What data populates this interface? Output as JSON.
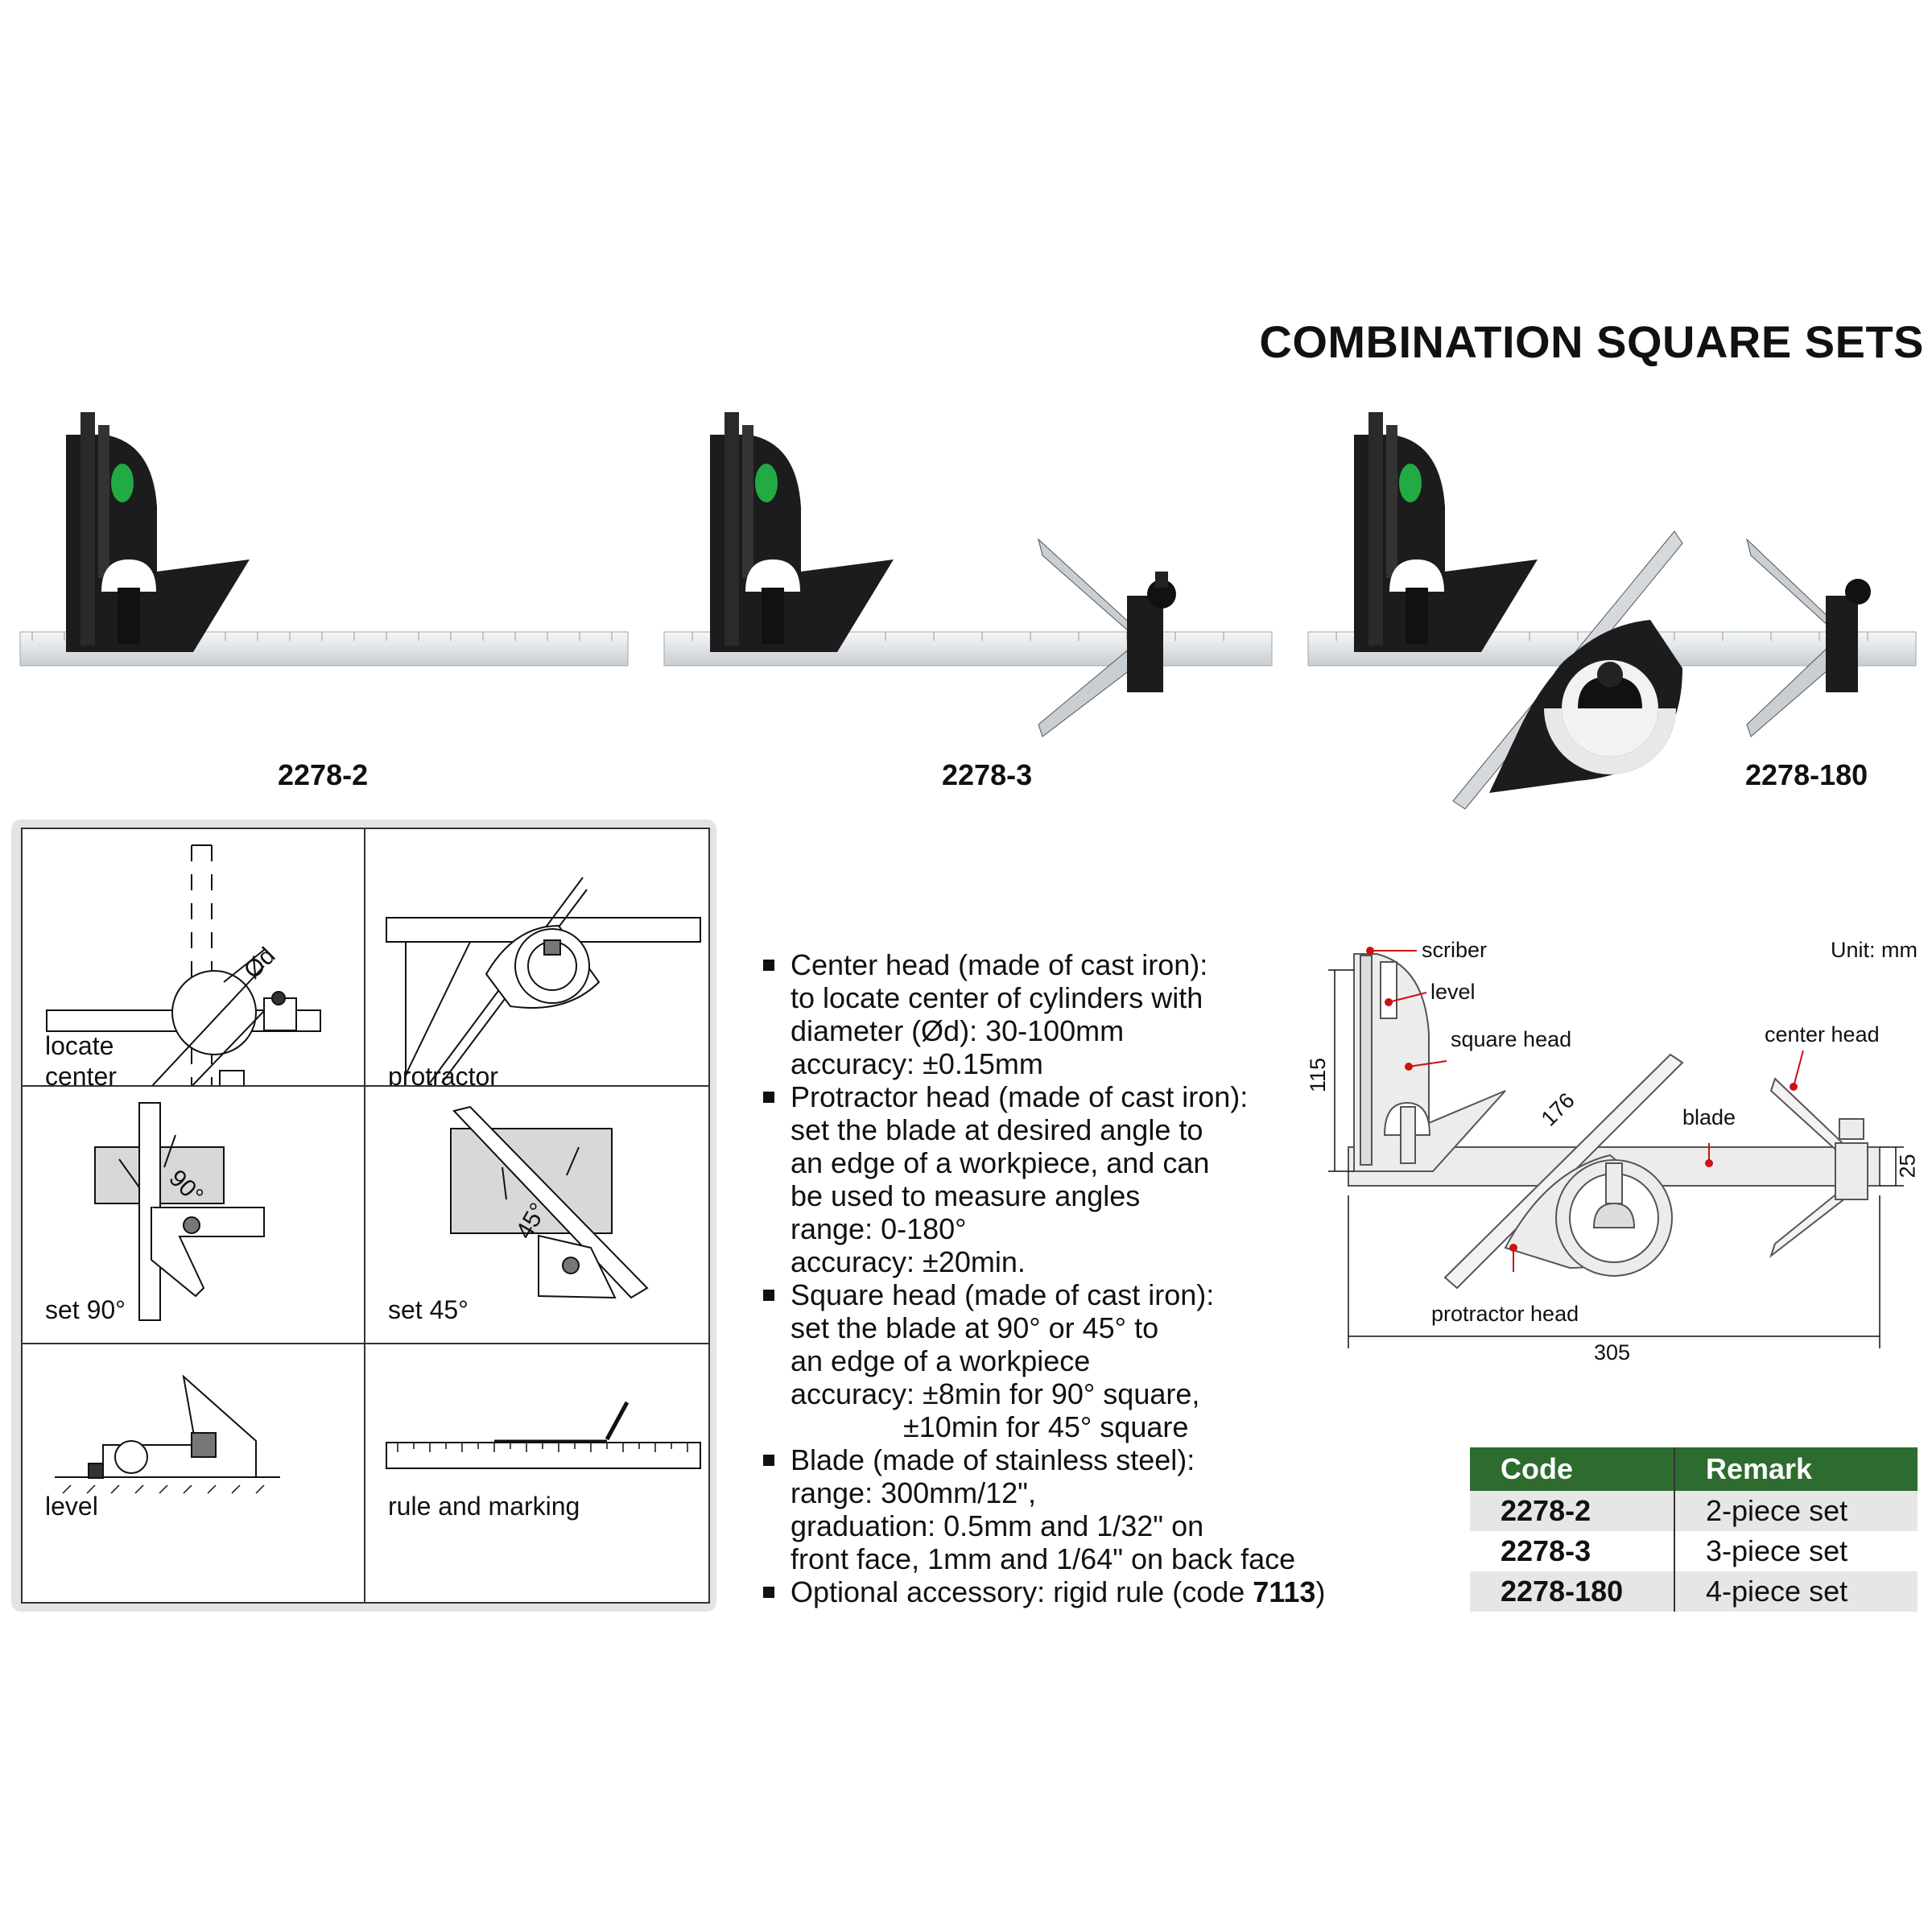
{
  "title": "COMBINATION SQUARE SETS",
  "products": [
    {
      "code": "2278-2"
    },
    {
      "code": "2278-3"
    },
    {
      "code": "2278-180"
    }
  ],
  "uses": [
    {
      "label": "locate\ncenter"
    },
    {
      "label": "protractor"
    },
    {
      "label": "set 90°"
    },
    {
      "label": "set 45°"
    },
    {
      "label": "level"
    },
    {
      "label": "rule and marking"
    }
  ],
  "use_marks": {
    "diameter": "Ød",
    "angle_90": "90°",
    "angle_45": "45°"
  },
  "features": [
    {
      "lines": [
        "Center head (made of cast iron):",
        "to locate center of cylinders with",
        "diameter (Ød): 30-100mm",
        "accuracy: ±0.15mm"
      ]
    },
    {
      "lines": [
        "Protractor head (made of cast iron):",
        "set the blade at desired angle to",
        "an edge of a workpiece, and can",
        "be used to measure angles",
        "range: 0-180°",
        "accuracy: ±20min."
      ]
    },
    {
      "lines": [
        "Square head (made of cast iron):",
        "set the blade at 90° or 45° to",
        "an edge of a workpiece",
        "accuracy: ±8min for 90° square,",
        "              ±10min for 45° square"
      ]
    },
    {
      "lines": [
        "Blade (made of stainless steel):",
        "range: 300mm/12\",",
        "graduation: 0.5mm and 1/32\" on",
        "front face, 1mm and 1/64\" on back face"
      ]
    },
    {
      "prefix": "Optional accessory: rigid rule (code ",
      "bold": "7113",
      "suffix": ")"
    }
  ],
  "diagram": {
    "unit": "Unit: mm",
    "labels": {
      "scriber": "scriber",
      "level": "level",
      "square_head": "square head",
      "center_head": "center head",
      "blade": "blade",
      "protractor_head": "protractor head"
    },
    "dims": {
      "height": "115",
      "blade_length": "305",
      "diagonal": "176",
      "width": "25"
    }
  },
  "table": {
    "headers": [
      "Code",
      "Remark"
    ],
    "rows": [
      {
        "code": "2278-2",
        "remark": "2-piece set"
      },
      {
        "code": "2278-3",
        "remark": "3-piece set"
      },
      {
        "code": "2278-180",
        "remark": "4-piece set"
      }
    ],
    "header_color": "#2e6b2e"
  },
  "colors": {
    "level_vial": "#22aa44",
    "head": "#1c1c1c",
    "blade": "#e8ecef",
    "leader": "#cc1111"
  }
}
